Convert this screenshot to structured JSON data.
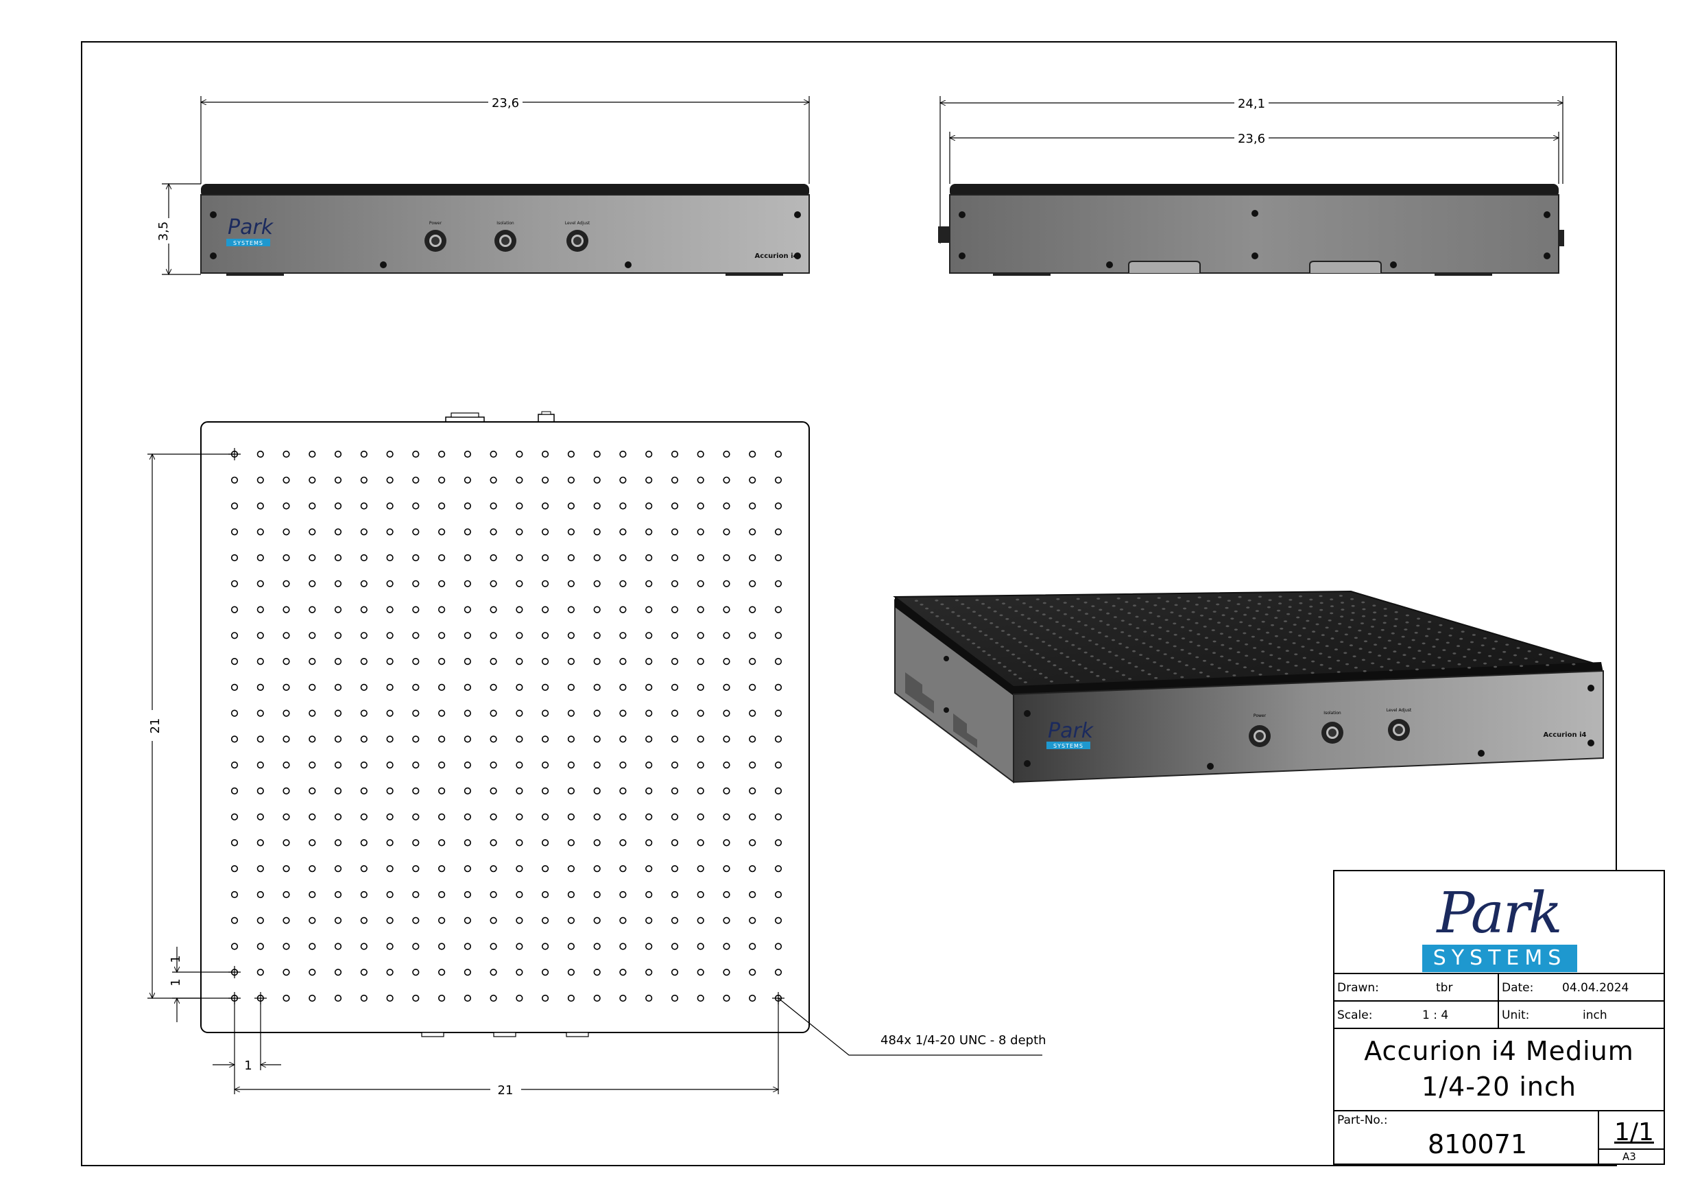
{
  "views": {
    "front": {
      "width_label": "23,6",
      "height_label": "3,5",
      "logo_park": "Park",
      "logo_systems": "SYSTEMS",
      "knob_labels": [
        "Power",
        "Isolation",
        "Level Adjust"
      ],
      "model_badge": "Accurion i4"
    },
    "side": {
      "overall_label": "24,1",
      "inner_label": "23,6"
    },
    "top": {
      "vertical_span_label": "21",
      "vertical_pitch_label": "1",
      "vertical_offset_label": "1",
      "horizontal_pitch_label": "1",
      "horizontal_span_label": "21",
      "callout": "484x 1/4-20 UNC - 8 depth"
    },
    "iso": {
      "logo_park": "Park",
      "logo_systems": "SYSTEMS",
      "knob_labels": [
        "Power",
        "Isolation",
        "Level Adjust"
      ],
      "model_badge": "Accurion i4"
    }
  },
  "title_block": {
    "logo_park": "Park",
    "logo_systems": "SYSTEMS",
    "drawn_label": "Drawn:",
    "drawn_value": "tbr",
    "date_label": "Date:",
    "date_value": "04.04.2024",
    "scale_label": "Scale:",
    "scale_value": "1 : 4",
    "unit_label": "Unit:",
    "unit_value": "inch",
    "title_line1": "Accurion i4 Medium",
    "title_line2": "1/4-20 inch",
    "partno_label": "Part-No.:",
    "partno_value": "810071",
    "sheet_value": "1/1",
    "format_value": "A3"
  },
  "colors": {
    "panel_dark": "#1a1a1a",
    "panel_grey": "#8a8a8a",
    "logo_blue": "#1e98cf",
    "logo_navy": "#1b2a5e"
  }
}
